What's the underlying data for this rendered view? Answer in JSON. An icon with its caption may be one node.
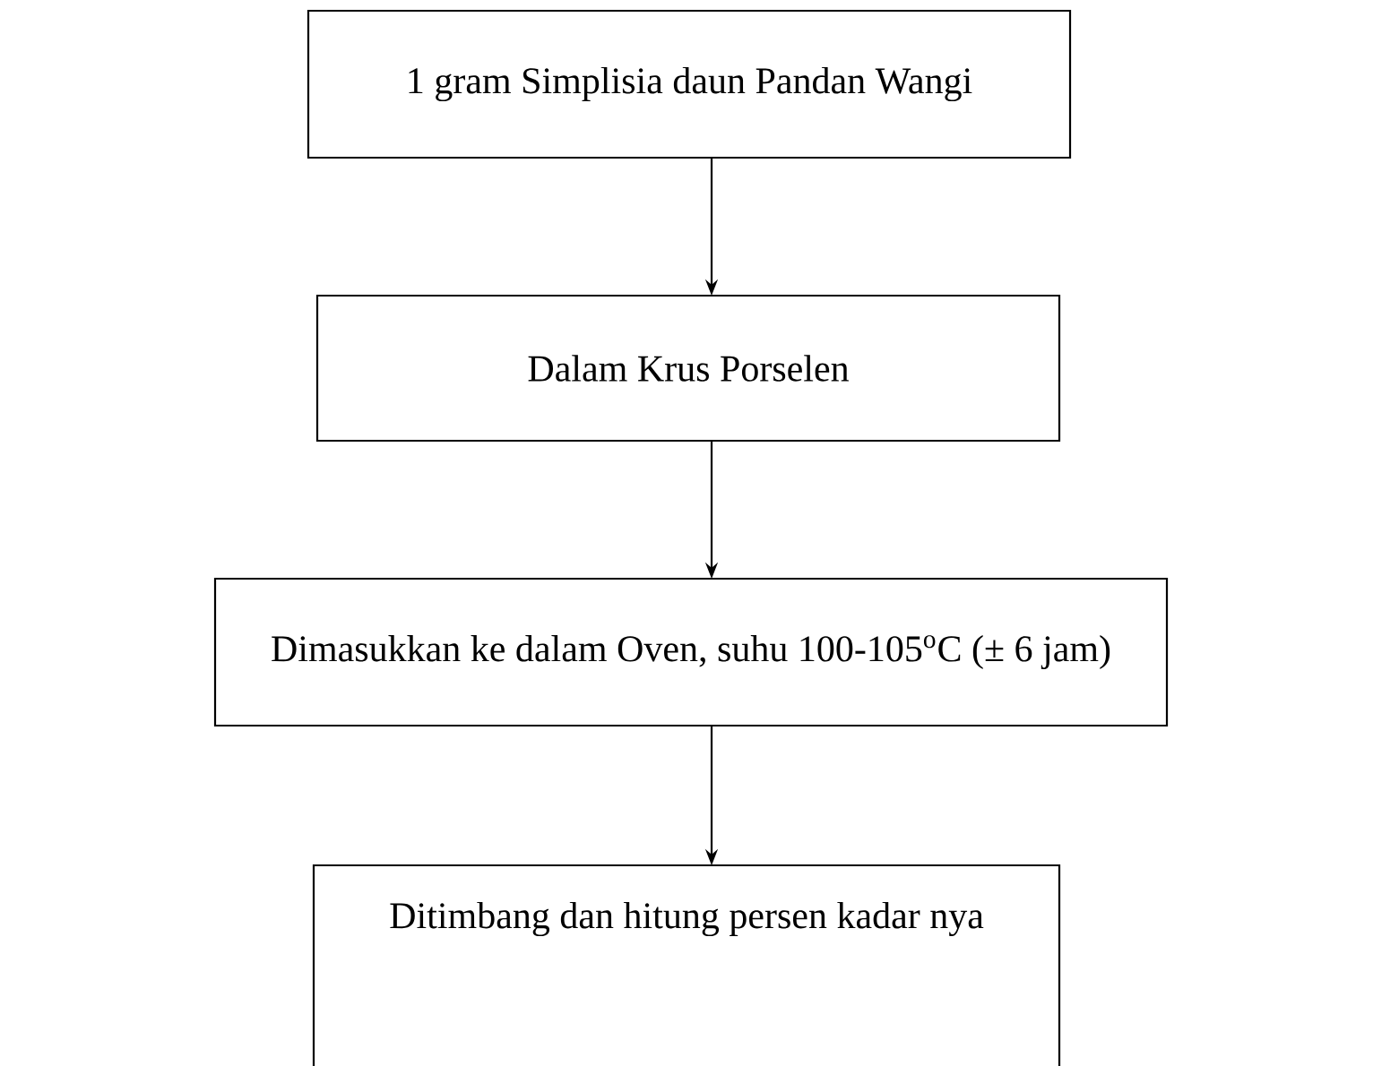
{
  "diagram": {
    "nodes": [
      {
        "text": [
          "1 gram Simplisia daun Pandan Wangi"
        ]
      },
      {
        "text": [
          "Dalam Krus Porselen"
        ]
      },
      {
        "text": [
          "Dimasukkan ke dalam Oven, suhu 100-105$^{o}$C (± 6 jam)"
        ]
      },
      {
        "text": [
          "Ditimbang dan hitung persen kadar nya"
        ]
      }
    ],
    "edges": [
      {
        "from": 0,
        "to": 1,
        "arrow": "to"
      },
      {
        "from": 1,
        "to": 2,
        "arrow": "to"
      },
      {
        "from": 2,
        "to": 3,
        "arrow": "to"
      }
    ]
  }
}
